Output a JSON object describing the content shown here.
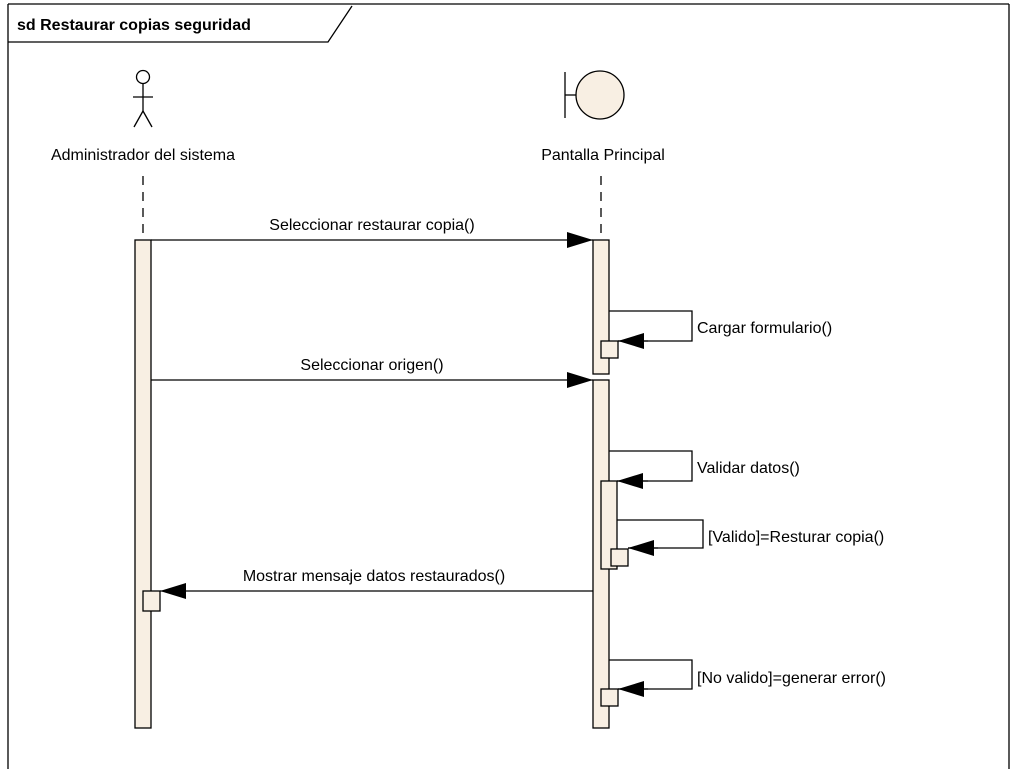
{
  "diagram": {
    "frame_title": "sd Restaurar copias seguridad",
    "colors": {
      "activation_fill": "#f8efe3",
      "boundary_fill": "#f8efe3",
      "line": "#000000",
      "background": "#ffffff"
    },
    "participants": {
      "actor": {
        "name": "Administrador del sistema",
        "icon": "stick-figure-actor-icon"
      },
      "boundary": {
        "name": "Pantalla Principal",
        "icon": "boundary-object-icon"
      }
    },
    "messages": [
      {
        "label": "Seleccionar restaurar copia()",
        "from": "actor",
        "to": "boundary"
      },
      {
        "label": "Cargar formulario()",
        "from": "boundary",
        "to": "boundary"
      },
      {
        "label": "Seleccionar origen()",
        "from": "actor",
        "to": "boundary"
      },
      {
        "label": "Validar datos()",
        "from": "boundary",
        "to": "boundary"
      },
      {
        "label": "[Valido]=Resturar copia()",
        "from": "boundary",
        "to": "boundary"
      },
      {
        "label": "Mostrar mensaje datos restaurados()",
        "from": "boundary",
        "to": "actor"
      },
      {
        "label": "[No valido]=generar error()",
        "from": "boundary",
        "to": "boundary"
      }
    ]
  }
}
